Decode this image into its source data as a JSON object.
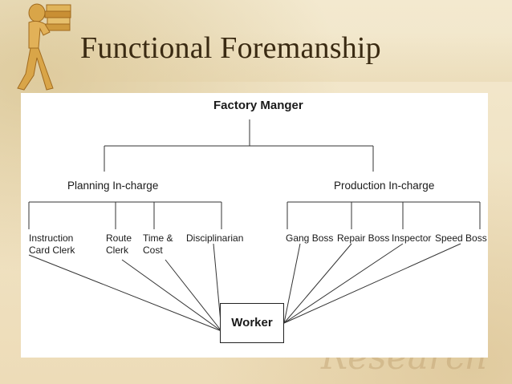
{
  "slide": {
    "title": "Functional Foremanship",
    "watermark": "Research"
  },
  "colors": {
    "background": "#efe3c4",
    "title": "#3a2a12",
    "lines": "#333333"
  },
  "diagram": {
    "root": "Factory Manger",
    "branches": [
      {
        "label": "Planning In-charge",
        "roles": [
          [
            "Instruction",
            "Card Clerk"
          ],
          [
            "Route",
            "Clerk"
          ],
          [
            "Time &",
            "Cost"
          ],
          [
            "Disciplinarian"
          ]
        ]
      },
      {
        "label": "Production In-charge",
        "roles": [
          [
            "Gang Boss"
          ],
          [
            "Repair Boss"
          ],
          [
            "Inspector"
          ],
          [
            "Speed Boss"
          ]
        ]
      }
    ],
    "worker": "Worker"
  }
}
